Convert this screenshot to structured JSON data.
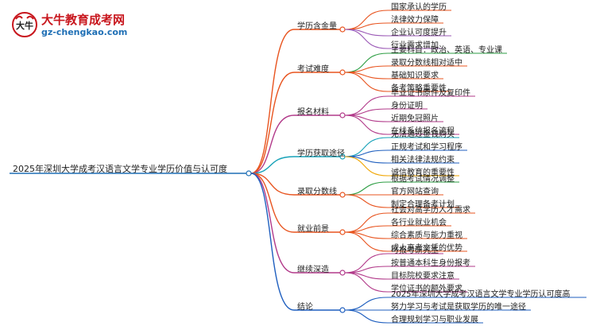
{
  "logo": {
    "title": "大牛教育成考网",
    "url": "gz-chengkao.com",
    "mark_text": "大牛"
  },
  "root": "2025年深圳大学成考汉语言文学专业学历价值与认可度",
  "branches": [
    {
      "label": "学历含金量",
      "color": "#e8541f",
      "leaves": [
        "国家承认的学历",
        "法律效力保障",
        "企业认可度提升",
        "行业需求增加"
      ],
      "leaf_colors": [
        "#e8541f",
        "#e8541f",
        "#9b59b6",
        "#9b59b6"
      ]
    },
    {
      "label": "考试难度",
      "color": "#e8541f",
      "leaves": [
        "主要科目：政治、英语、专业课",
        "录取分数线相对适中",
        "基础知识要求",
        "备考策略重要性"
      ],
      "leaf_colors": [
        "#2e9e44",
        "#e8541f",
        "#e8541f",
        "#e8541f"
      ]
    },
    {
      "label": "报名材料",
      "color": "#b23a8a",
      "leaves": [
        "毕业证书原件及复印件",
        "身份证明",
        "近期免冠照片",
        "在线系统报名流程"
      ],
      "leaf_colors": [
        "#b23a8a",
        "#b23a8a",
        "#b23a8a",
        "#b23a8a"
      ]
    },
    {
      "label": "学历获取途径",
      "color": "#17a2b8",
      "leaves": [
        "无法通过金钱购买",
        "正规考试和学习程序",
        "相关法律法规约束",
        "诚信教育的重要性"
      ],
      "leaf_colors": [
        "#17a2b8",
        "#1f5fbf",
        "#1f5fbf",
        "#f0a500"
      ]
    },
    {
      "label": "录取分数线",
      "color": "#e8541f",
      "leaves": [
        "根据考试情况调整",
        "官方网站查询",
        "制定合理备考计划"
      ],
      "leaf_colors": [
        "#2e9e44",
        "#e8541f",
        "#e8541f"
      ]
    },
    {
      "label": "就业前景",
      "color": "#e8541f",
      "leaves": [
        "社会对高学历人才需求",
        "各行业就业机会",
        "综合素质与能力重视",
        "成人高考文凭的优势"
      ],
      "leaf_colors": [
        "#e8541f",
        "#e8541f",
        "#e8541f",
        "#e8541f"
      ]
    },
    {
      "label": "继续深造",
      "color": "#b23a8a",
      "leaves": [
        "可报考研究生",
        "按普通本科生身份报考",
        "目标院校要求注意",
        "学位证书的额外要求"
      ],
      "leaf_colors": [
        "#b23a8a",
        "#b23a8a",
        "#b23a8a",
        "#b23a8a"
      ]
    },
    {
      "label": "结论",
      "color": "#1f5fbf",
      "leaves": [
        "2025年深圳大学成考汉语言文学专业学历认可度高",
        "努力学习与考试是获取学历的唯一途径",
        "合理规划学习与职业发展"
      ],
      "leaf_colors": [
        "#1f5fbf",
        "#1f5fbf",
        "#1f5fbf"
      ]
    }
  ]
}
